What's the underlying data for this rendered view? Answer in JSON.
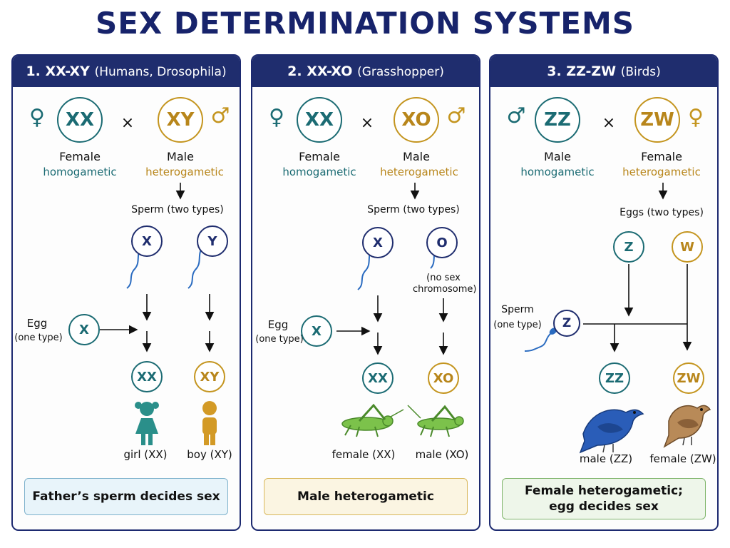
{
  "title": "SEX DETERMINATION SYSTEMS",
  "colors": {
    "navy": "#1f2d6e",
    "teal": "#1b6b73",
    "gold": "#c4951f",
    "green": "#6fb23d",
    "blue_bird": "#2a5db8",
    "brown_bird": "#a8794a"
  },
  "panels": [
    {
      "heading": "1. XX-XY",
      "heading_sub": "(Humans, Drosophila)",
      "left_symbol": "♀",
      "left_chrom": "XX",
      "cross": "×",
      "right_chrom": "XY",
      "right_symbol": "♂",
      "left_sex": "Female",
      "left_type": "homogametic",
      "right_sex": "Male",
      "right_type": "heterogametic",
      "gamete_label": "Sperm (two types)",
      "gamete_1": "X",
      "gamete_2": "Y",
      "egg_label": "Egg",
      "egg_sub": "(one type)",
      "egg": "X",
      "offspring_1": "XX",
      "offspring_2": "XY",
      "offspring_1_label": "girl (XX)",
      "offspring_2_label": "boy (XY)",
      "note": "Father’s sperm decides sex"
    },
    {
      "heading": "2. XX-XO",
      "heading_sub": "(Grasshopper)",
      "left_symbol": "♀",
      "left_chrom": "XX",
      "cross": "×",
      "right_chrom": "XO",
      "right_symbol": "♂",
      "left_sex": "Female",
      "left_type": "homogametic",
      "right_sex": "Male",
      "right_type": "heterogametic",
      "gamete_label": "Sperm (two types)",
      "gamete_1": "X",
      "gamete_2": "O",
      "gamete_2_note": "(no sex chromosome)",
      "egg_label": "Egg",
      "egg_sub": "(one type)",
      "egg": "X",
      "offspring_1": "XX",
      "offspring_2": "XO",
      "offspring_1_label": "female (XX)",
      "offspring_2_label": "male (XO)",
      "note": "Male heterogametic"
    },
    {
      "heading": "3. ZZ-ZW",
      "heading_sub": "(Birds)",
      "left_symbol": "♂",
      "left_chrom": "ZZ",
      "cross": "×",
      "right_chrom": "ZW",
      "right_symbol": "♀",
      "left_sex": "Male",
      "left_type": "homogametic",
      "right_sex": "Female",
      "right_type": "heterogametic",
      "gamete_label": "Eggs (two types)",
      "gamete_1": "Z",
      "gamete_2": "W",
      "sperm_label": "Sperm",
      "sperm_sub": "(one type)",
      "sperm": "Z",
      "offspring_1": "ZZ",
      "offspring_2": "ZW",
      "offspring_1_label": "male (ZZ)",
      "offspring_2_label": "female (ZW)",
      "note_line1": "Female heterogametic;",
      "note_line2": "egg decides sex"
    }
  ]
}
